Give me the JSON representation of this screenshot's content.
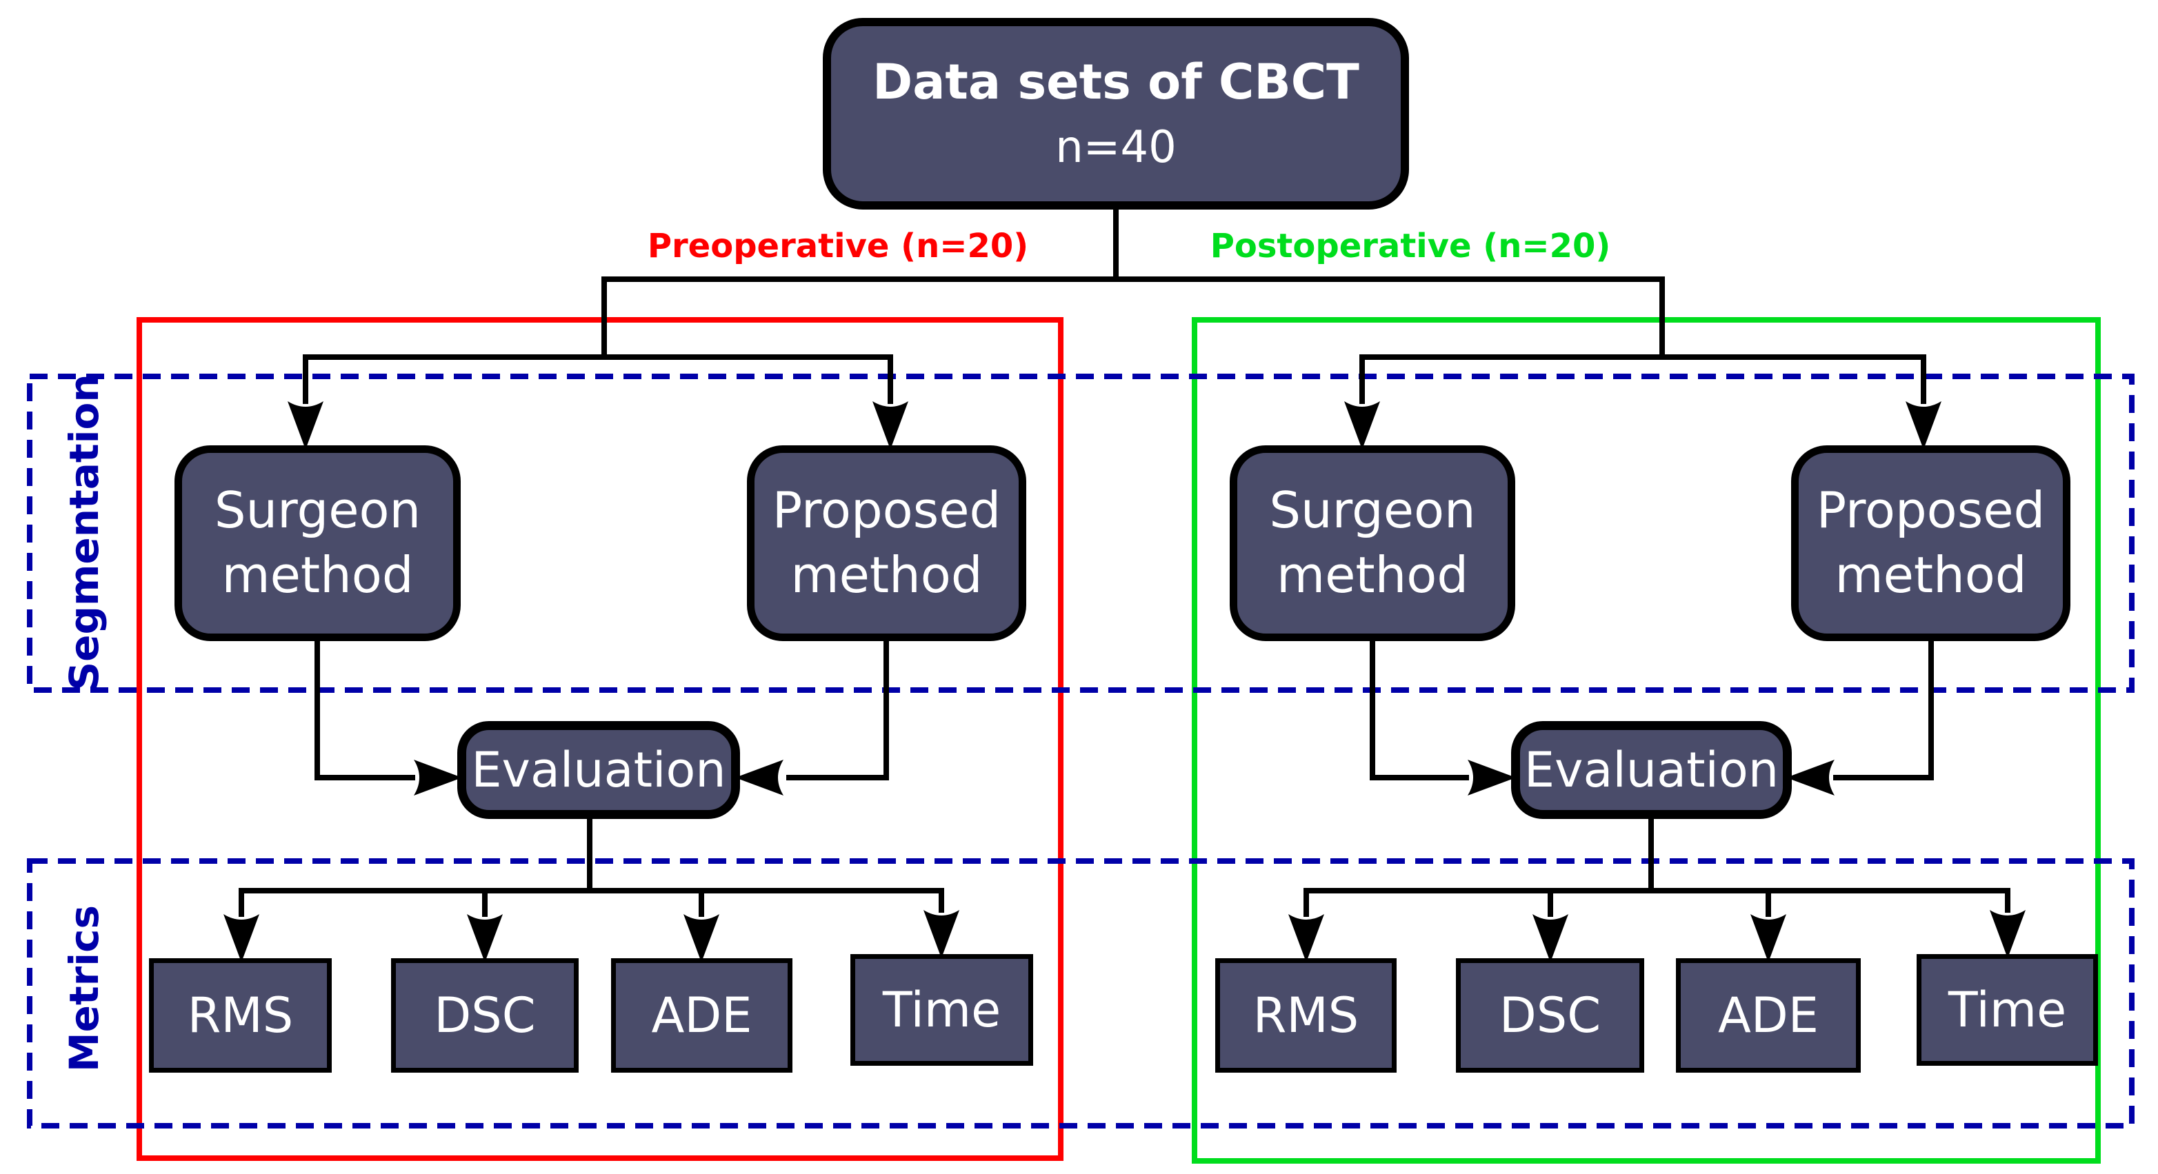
{
  "colors": {
    "box_fill": "#4a4c6a",
    "box_text": "#ffffff",
    "line": "#000000",
    "frame_red": "#ff0000",
    "frame_green": "#00dd1d",
    "band_blue": "#0000a8"
  },
  "root": {
    "title": "Data sets of CBCT",
    "count": "n=40"
  },
  "bands": [
    {
      "label": "Segmentation"
    },
    {
      "label": "Metrics"
    }
  ],
  "groups": [
    {
      "label": "Preoperative (n=20)",
      "methods": [
        {
          "line1": "Surgeon",
          "line2": "method"
        },
        {
          "line1": "Proposed",
          "line2": "method"
        }
      ],
      "evaluation": "Evaluation",
      "metrics": [
        "RMS",
        "DSC",
        "ADE",
        "Time"
      ]
    },
    {
      "label": "Postoperative (n=20)",
      "methods": [
        {
          "line1": "Surgeon",
          "line2": "method"
        },
        {
          "line1": "Proposed",
          "line2": "method"
        }
      ],
      "evaluation": "Evaluation",
      "metrics": [
        "RMS",
        "DSC",
        "ADE",
        "Time"
      ]
    }
  ]
}
